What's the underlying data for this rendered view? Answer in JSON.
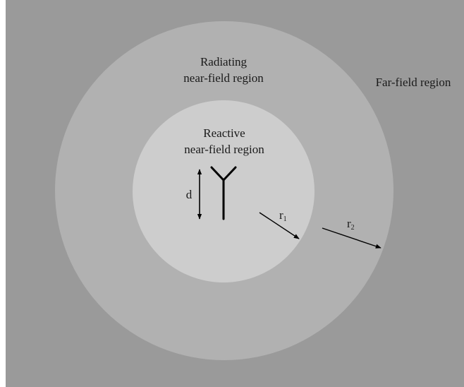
{
  "colors": {
    "background": "#ffffff",
    "far_field": "#9a9a9a",
    "radiating_near_field": "#b1b1b1",
    "reactive_near_field": "#cdcdcd",
    "ink": "#000000"
  },
  "labels": {
    "radiating_line1": "Radiating",
    "radiating_line2": "near-field region",
    "far_field": "Far-field region",
    "reactive_line1": "Reactive",
    "reactive_line2": "near-field region",
    "d": "d",
    "r1_base": "r",
    "r1_sub": "1",
    "r2_base": "r",
    "r2_sub": "2"
  },
  "icons": {
    "antenna": "antenna-icon"
  }
}
